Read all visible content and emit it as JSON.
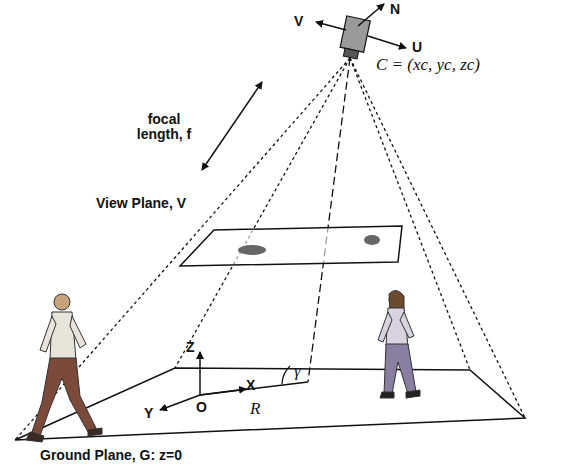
{
  "diagram": {
    "labels": [
      "N",
      "V",
      "U",
      "C = (xc, yc, zc)",
      "focal length, f",
      "View Plane, V",
      "Z",
      "X",
      "Y",
      "O",
      "R",
      "γ",
      "Ground Plane, G: z=0"
    ]
  }
}
